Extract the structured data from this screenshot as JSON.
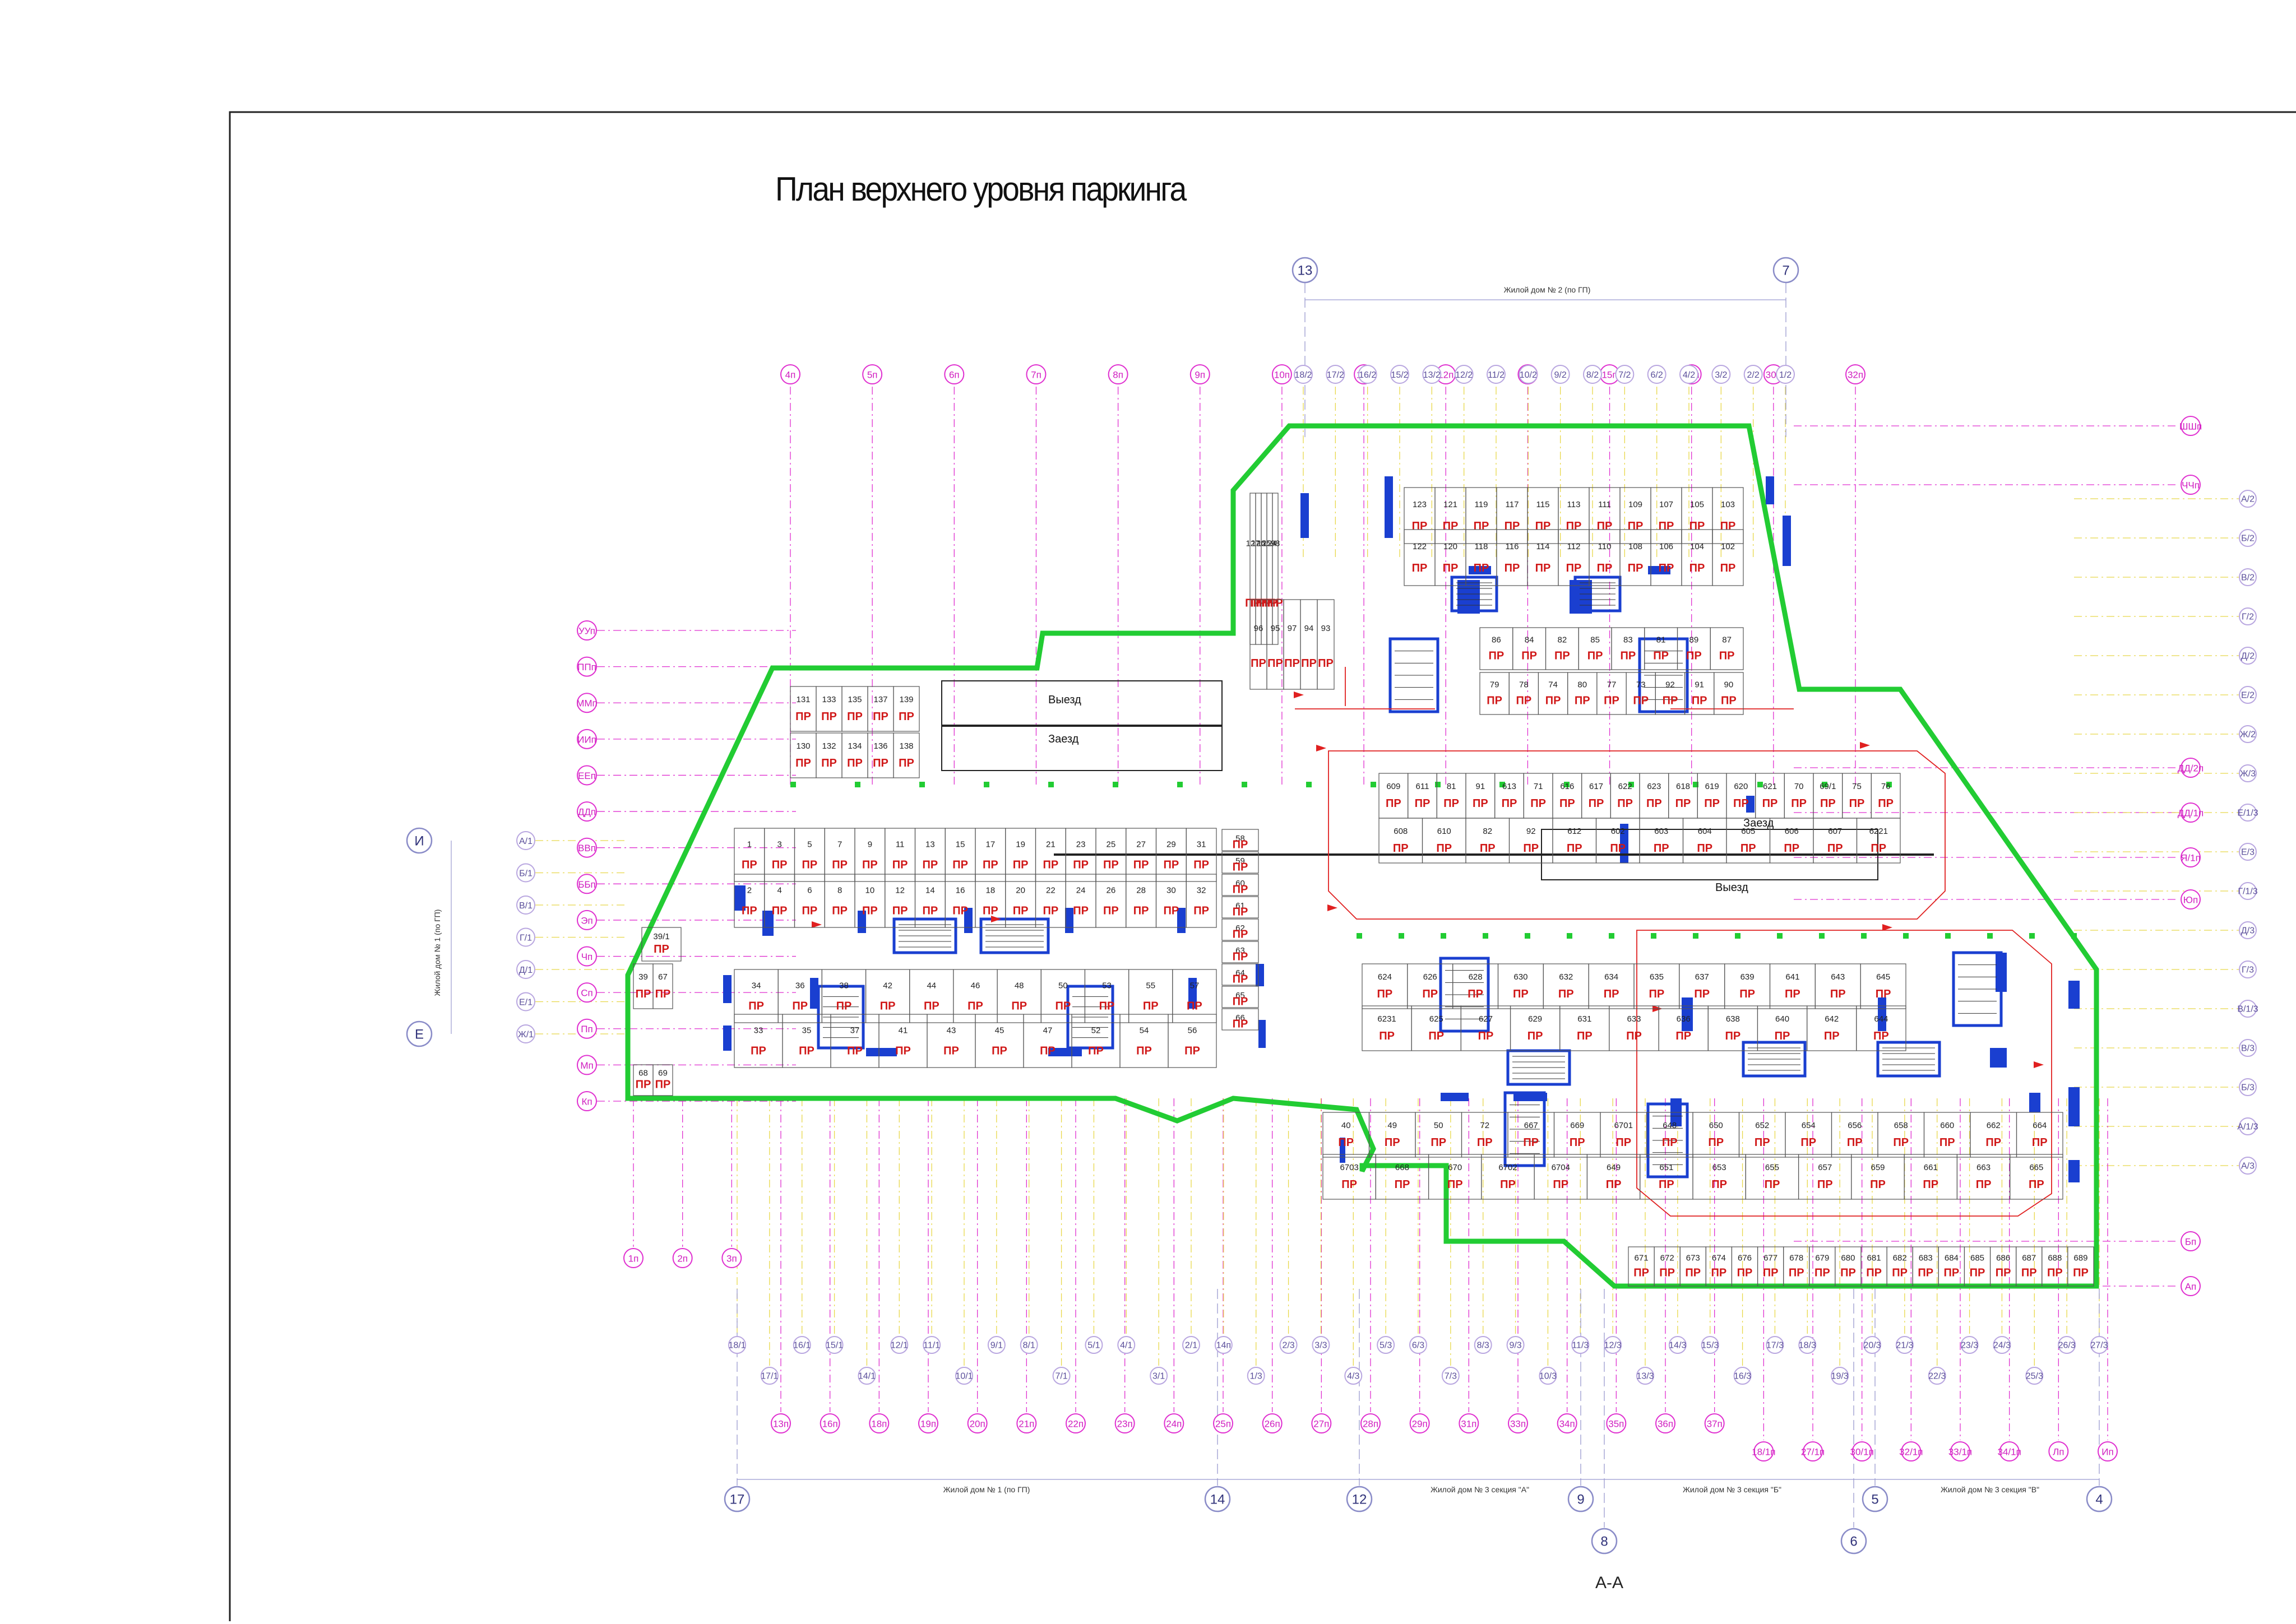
{
  "title": "План верхнего уровня паркинга",
  "section_label": "А-А",
  "lane_labels": {
    "exit": "Выезд",
    "entry": "Заезд",
    "exit2": "Выезд",
    "entry2": "Заезд"
  },
  "pr": "ПР",
  "house_labels": {
    "house2": "Жилой дом № 2 (по ГП)",
    "house1_bottom": "Жилой дом № 1 (по ГП)",
    "house3a": "Жилой дом № 3 секция \"А\"",
    "house3b": "Жилой дом № 3 секция \"Б\"",
    "house3v": "Жилой дом № 3 секция \"В\"",
    "house1_side": "Жилой дом № 1 (по ГП)"
  },
  "colors": {
    "outline": "#22cc33",
    "walls": "#1a3fd0",
    "pr": "#d01818",
    "axis_magenta": "#e030d0",
    "axis_yellow": "#e8d84a"
  },
  "axes": {
    "top_big": [
      "13",
      "7"
    ],
    "top_mag": [
      "4п",
      "5п",
      "6п",
      "7п",
      "8п",
      "9п",
      "10п",
      "11п",
      "12п",
      "14п",
      "15п",
      "17п",
      "30п",
      "32п"
    ],
    "top_small": [
      "18/2",
      "17/2",
      "16/2",
      "15/2",
      "13/2",
      "12/2",
      "11/2",
      "10/2",
      "9/2",
      "8/2",
      "7/2",
      "6/2",
      "4/2",
      "3/2",
      "2/2",
      "1/2"
    ],
    "left_mag": [
      "УУп",
      "ППп",
      "ММп",
      "ИИп",
      "ЕЕп",
      "ДДп",
      "ВВп",
      "ББп",
      "Эп",
      "Чп",
      "Сп",
      "Пп",
      "Мп",
      "Кп"
    ],
    "left_small": [
      "А/1",
      "Б/1",
      "В/1",
      "Г/1",
      "Д/1",
      "Е/1",
      "Ж/1"
    ],
    "left_big": [
      "И",
      "Е"
    ],
    "right_mag": [
      "ШШп",
      "ЧЧп",
      "ДД/2п",
      "ДД/1п",
      "Я/1п",
      "Юп",
      "Бп",
      "Ап"
    ],
    "right_small": [
      "А/2",
      "Б/2",
      "В/2",
      "Г/2",
      "Д/2",
      "Е/2",
      "Ж/2",
      "Ж/3",
      "Е/1/3",
      "Е/3",
      "Г/1/3",
      "Д/3",
      "Г/3",
      "В/1/3",
      "В/3",
      "Б/3",
      "А/1/3",
      "А/3"
    ],
    "bottom_mag": [
      "1п",
      "2п",
      "3п",
      "13п",
      "16п",
      "18п",
      "19п",
      "20п",
      "21п",
      "22п",
      "23п",
      "24п",
      "25п",
      "26п",
      "27п",
      "28п",
      "29п",
      "31п",
      "33п",
      "34п",
      "35п",
      "36п",
      "37п",
      "18/1п",
      "27/1п",
      "30/1п",
      "32/1п",
      "33/1п",
      "34/1п",
      "Лп",
      "Ип"
    ],
    "bottom_small": [
      "18/1",
      "17/1",
      "16/1",
      "15/1",
      "14/1",
      "12/1",
      "11/1",
      "10/1",
      "9/1",
      "8/1",
      "7/1",
      "5/1",
      "4/1",
      "3/1",
      "2/1",
      "14п",
      "1/3",
      "2/3",
      "3/3",
      "4/3",
      "5/3",
      "6/3",
      "7/3",
      "8/3",
      "9/3",
      "10/3",
      "11/3",
      "12/3",
      "13/3",
      "14/3",
      "15/3",
      "16/3",
      "17/3",
      "18/3",
      "19/3",
      "20/3",
      "21/3",
      "22/3",
      "23/3",
      "24/3",
      "25/3",
      "26/3",
      "27/3"
    ],
    "bottom_big": [
      "17",
      "14",
      "12",
      "9",
      "8",
      "5",
      "6",
      "4"
    ]
  },
  "spots": {
    "z1_top": [
      "131",
      "133",
      "135",
      "137",
      "139",
      "130",
      "132",
      "134",
      "136",
      "138"
    ],
    "z1_a": [
      "1",
      "3",
      "5",
      "7",
      "9",
      "11",
      "13",
      "15",
      "17",
      "19",
      "21",
      "23",
      "25",
      "27",
      "29",
      "31"
    ],
    "z1_b": [
      "2",
      "4",
      "6",
      "8",
      "10",
      "12",
      "14",
      "16",
      "18",
      "20",
      "22",
      "24",
      "26",
      "28",
      "30",
      "32"
    ],
    "z1_c": [
      "34",
      "36",
      "38",
      "42",
      "44",
      "46",
      "48",
      "50",
      "53",
      "55",
      "57"
    ],
    "z1_d": [
      "33",
      "35",
      "37",
      "41",
      "43",
      "45",
      "47",
      "52",
      "54",
      "56"
    ],
    "z1_side": [
      "58",
      "59",
      "60",
      "61",
      "62",
      "63",
      "64",
      "65",
      "66"
    ],
    "z1_misc": [
      "39/1",
      "39",
      "67",
      "68",
      "69"
    ],
    "z2_top": [
      "123",
      "121",
      "119",
      "117",
      "115",
      "113",
      "111",
      "109",
      "107",
      "105",
      "103"
    ],
    "z2_bot": [
      "122",
      "120",
      "118",
      "116",
      "114",
      "112",
      "110",
      "108",
      "106",
      "104",
      "102"
    ],
    "z2_left": [
      "127",
      "126",
      "125",
      "124",
      "98",
      "96",
      "95",
      "97",
      "94",
      "93"
    ],
    "z2_mid": [
      "86",
      "84",
      "82",
      "85",
      "83",
      "81",
      "89",
      "87",
      "79",
      "78",
      "74",
      "80",
      "77",
      "73",
      "92",
      "91",
      "90"
    ],
    "z3_a": [
      "609",
      "611",
      "81",
      "91",
      "613",
      "71",
      "616",
      "617",
      "622",
      "623",
      "618",
      "619",
      "620",
      "621",
      "70",
      "69/1",
      "75",
      "76"
    ],
    "z3_b": [
      "608",
      "610",
      "82",
      "92",
      "612",
      "602",
      "603",
      "604",
      "605",
      "606",
      "607",
      "6221"
    ],
    "z4_a": [
      "624",
      "626",
      "628",
      "630",
      "632",
      "634",
      "635",
      "637",
      "639",
      "641",
      "643",
      "645"
    ],
    "z4_b": [
      "6231",
      "625",
      "627",
      "629",
      "631",
      "633",
      "636",
      "638",
      "640",
      "642",
      "644"
    ],
    "z4_c": [
      "40",
      "49",
      "50",
      "72",
      "667",
      "669",
      "6701",
      "648",
      "650",
      "652",
      "654",
      "656",
      "658",
      "660",
      "662",
      "664"
    ],
    "z4_d": [
      "6703",
      "668",
      "670",
      "6702",
      "6704",
      "649",
      "651",
      "653",
      "655",
      "657",
      "659",
      "661",
      "663",
      "665"
    ],
    "z5": [
      "671",
      "672",
      "673",
      "674",
      "676",
      "677",
      "678",
      "679",
      "680",
      "681",
      "682",
      "683",
      "684",
      "685",
      "686",
      "687",
      "688",
      "689"
    ]
  }
}
